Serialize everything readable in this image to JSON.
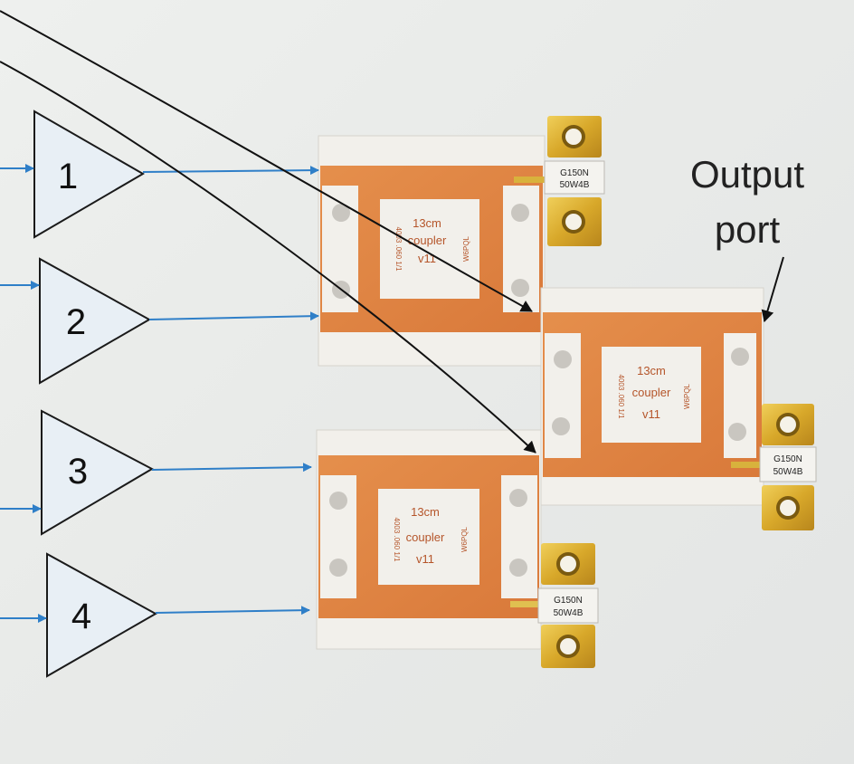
{
  "amplifiers": [
    {
      "label": "1"
    },
    {
      "label": "2"
    },
    {
      "label": "3"
    },
    {
      "label": "4"
    }
  ],
  "couplers": [
    {
      "line1": "13cm",
      "line2": "coupler",
      "line3": "v11",
      "side_left": "4003 .060 1/1",
      "side_right": "W6PQL",
      "resistor_line1": "G150N",
      "resistor_line2": "50W4B"
    },
    {
      "line1": "13cm",
      "line2": "coupler",
      "line3": "v11",
      "side_left": "4003 .060 1/1",
      "side_right": "W6PQL",
      "resistor_line1": "G150N",
      "resistor_line2": "50W4B"
    },
    {
      "line1": "13cm",
      "line2": "coupler",
      "line3": "v11",
      "side_left": "4003 .060 1/1",
      "side_right": "W6PQL",
      "resistor_line1": "G150N",
      "resistor_line2": "50W4B"
    }
  ],
  "annotation": {
    "line1": "Output",
    "line2": "port"
  },
  "colors": {
    "arrow_blue": "#2f7fc8",
    "copper": "#e08a4a",
    "board_white": "#f1efea",
    "gold": "#d6a62b",
    "amp_fill": "#e6eef6"
  }
}
